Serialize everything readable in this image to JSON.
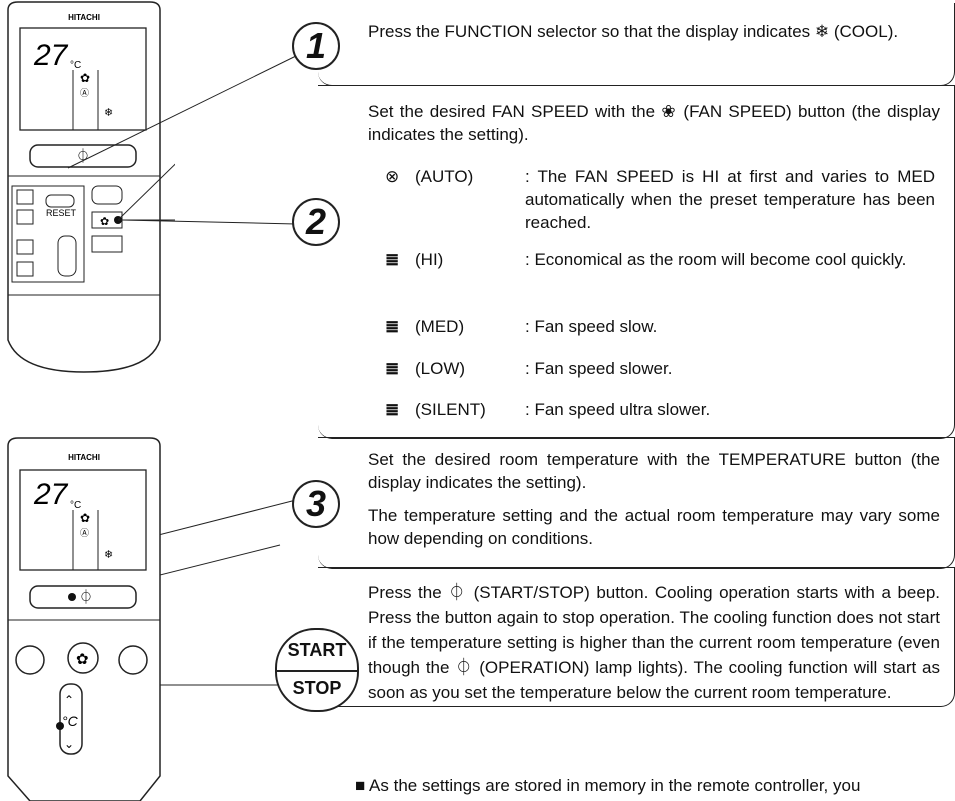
{
  "remote": {
    "brand": "HITACHI",
    "display_temp": "27",
    "display_unit": "°C",
    "reset_label": "RESET",
    "temp_unit_label": "°C"
  },
  "steps": {
    "step1": {
      "number": "1",
      "text": "Press the FUNCTION selector so that the display indicates ❄ (COOL)."
    },
    "step2": {
      "number": "2",
      "intro": "Set the desired FAN SPEED with the ❀ (FAN SPEED) button (the display indicates the setting).",
      "modes": [
        {
          "label": "(AUTO)",
          "desc": ": The FAN SPEED is HI at first and varies to MED automatically when the preset temperature has been reached."
        },
        {
          "label": "(HI)",
          "desc": ": Economical as the room will become cool quickly."
        },
        {
          "label": "(MED)",
          "desc": ": Fan speed slow."
        },
        {
          "label": "(LOW)",
          "desc": ": Fan speed slower."
        },
        {
          "label": "(SILENT)",
          "desc": ": Fan speed ultra slower."
        }
      ]
    },
    "step3": {
      "number": "3",
      "text1": "Set the desired room temperature with the TEMPERATURE button (the display indicates the setting).",
      "text2": "The temperature setting and the actual room temperature may vary some how depending on conditions."
    },
    "step4": {
      "start_label": "START",
      "stop_label": "STOP",
      "text": "Press the ⏀ (START/STOP) button. Cooling operation starts with a beep. Press the button again to stop operation. The cooling function does not start if the temperature setting is higher than the current room temperature (even though the ⏀ (OPERATION) lamp lights). The cooling function will start as soon as you set the temperature below the current room temperature."
    }
  },
  "note": "■  As the settings are stored in memory in the remote controller, you"
}
